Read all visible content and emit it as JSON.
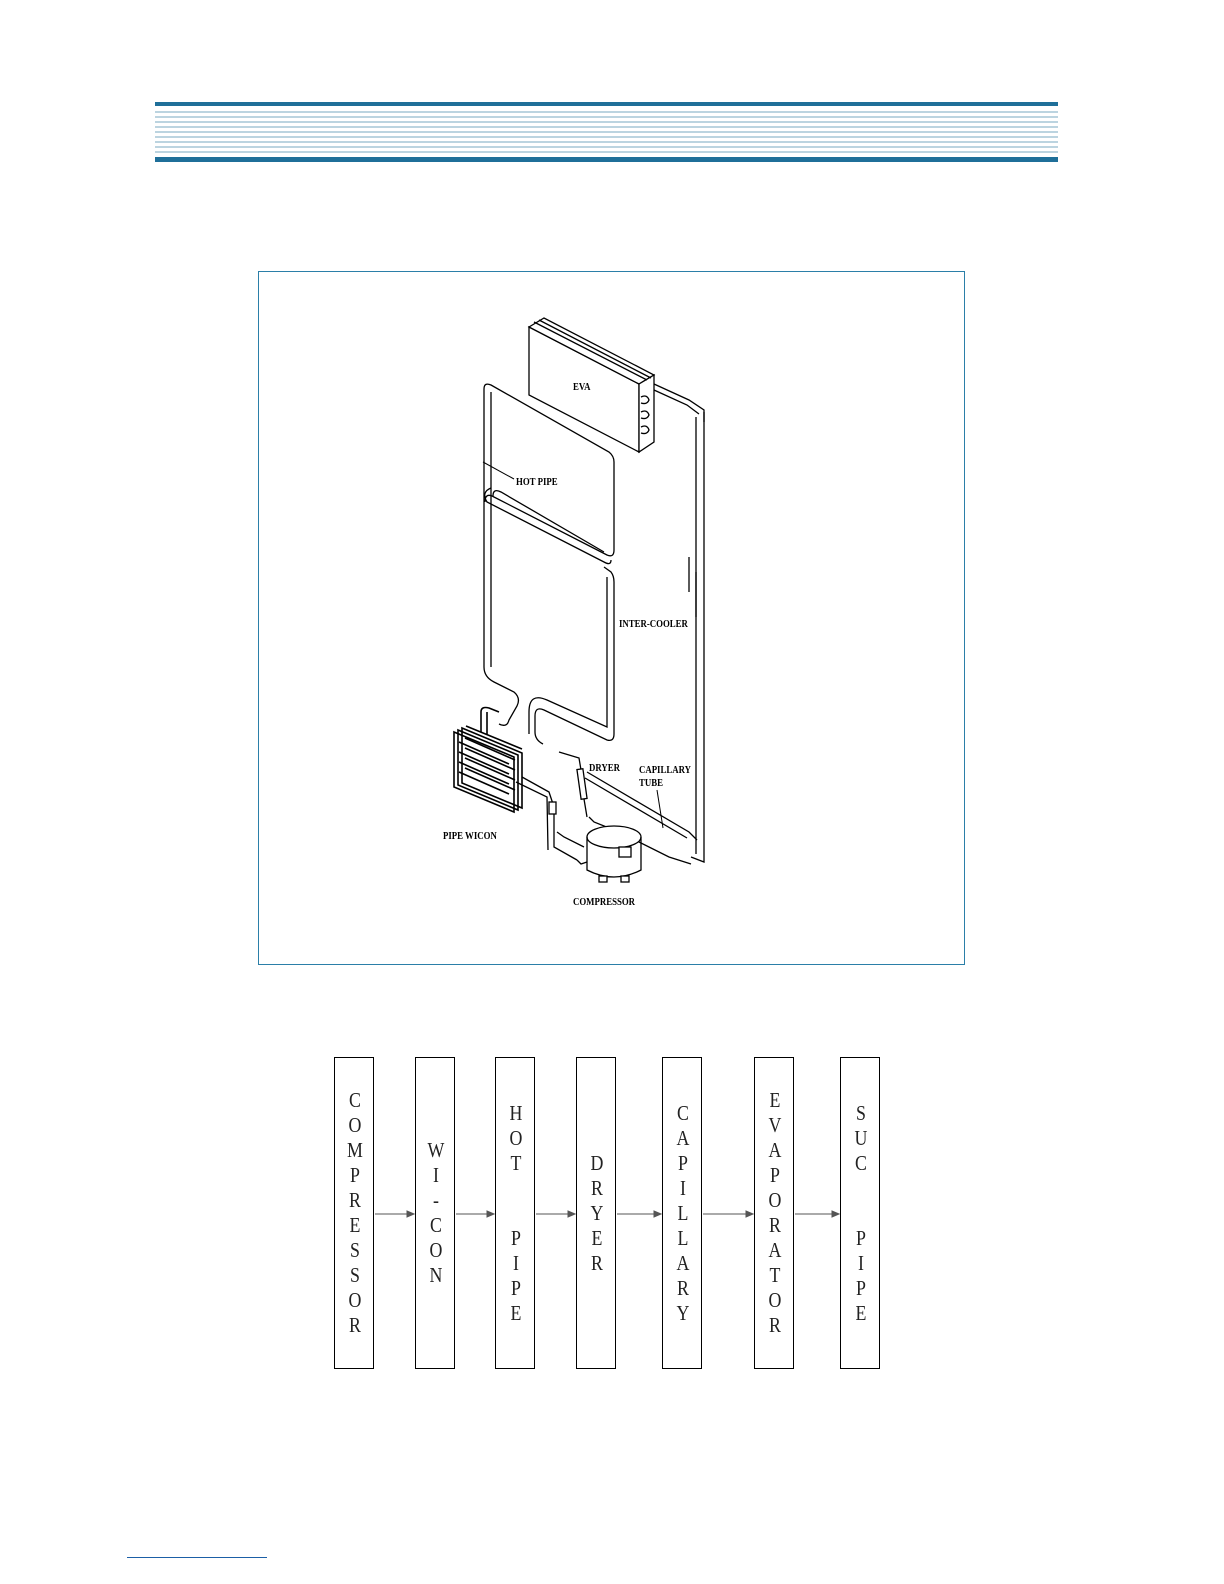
{
  "colors": {
    "accent": "#2b7fa8",
    "header_stripe": "#1f6f99",
    "footer_line": "#1b5fa6",
    "line": "#000000"
  },
  "schematic": {
    "labels": {
      "eva": "EVA",
      "hot_pipe": "HOT PIPE",
      "inter_cooler": "INTER-COOLER",
      "dryer": "DRYER",
      "capillary_line1": "CAPILLARY",
      "capillary_line2": "TUBE",
      "pipe_wicon": "PIPE WICON",
      "compressor": "COMPRESSOR"
    }
  },
  "flowchart": {
    "steps": [
      {
        "label": "COMPRESSOR"
      },
      {
        "label": "WI-CON"
      },
      {
        "label": "HOT  PIPE"
      },
      {
        "label": "DRYER"
      },
      {
        "label": "CAPILLARY"
      },
      {
        "label": "EVAPORATOR"
      },
      {
        "label": "SUC  PIPE"
      }
    ]
  }
}
